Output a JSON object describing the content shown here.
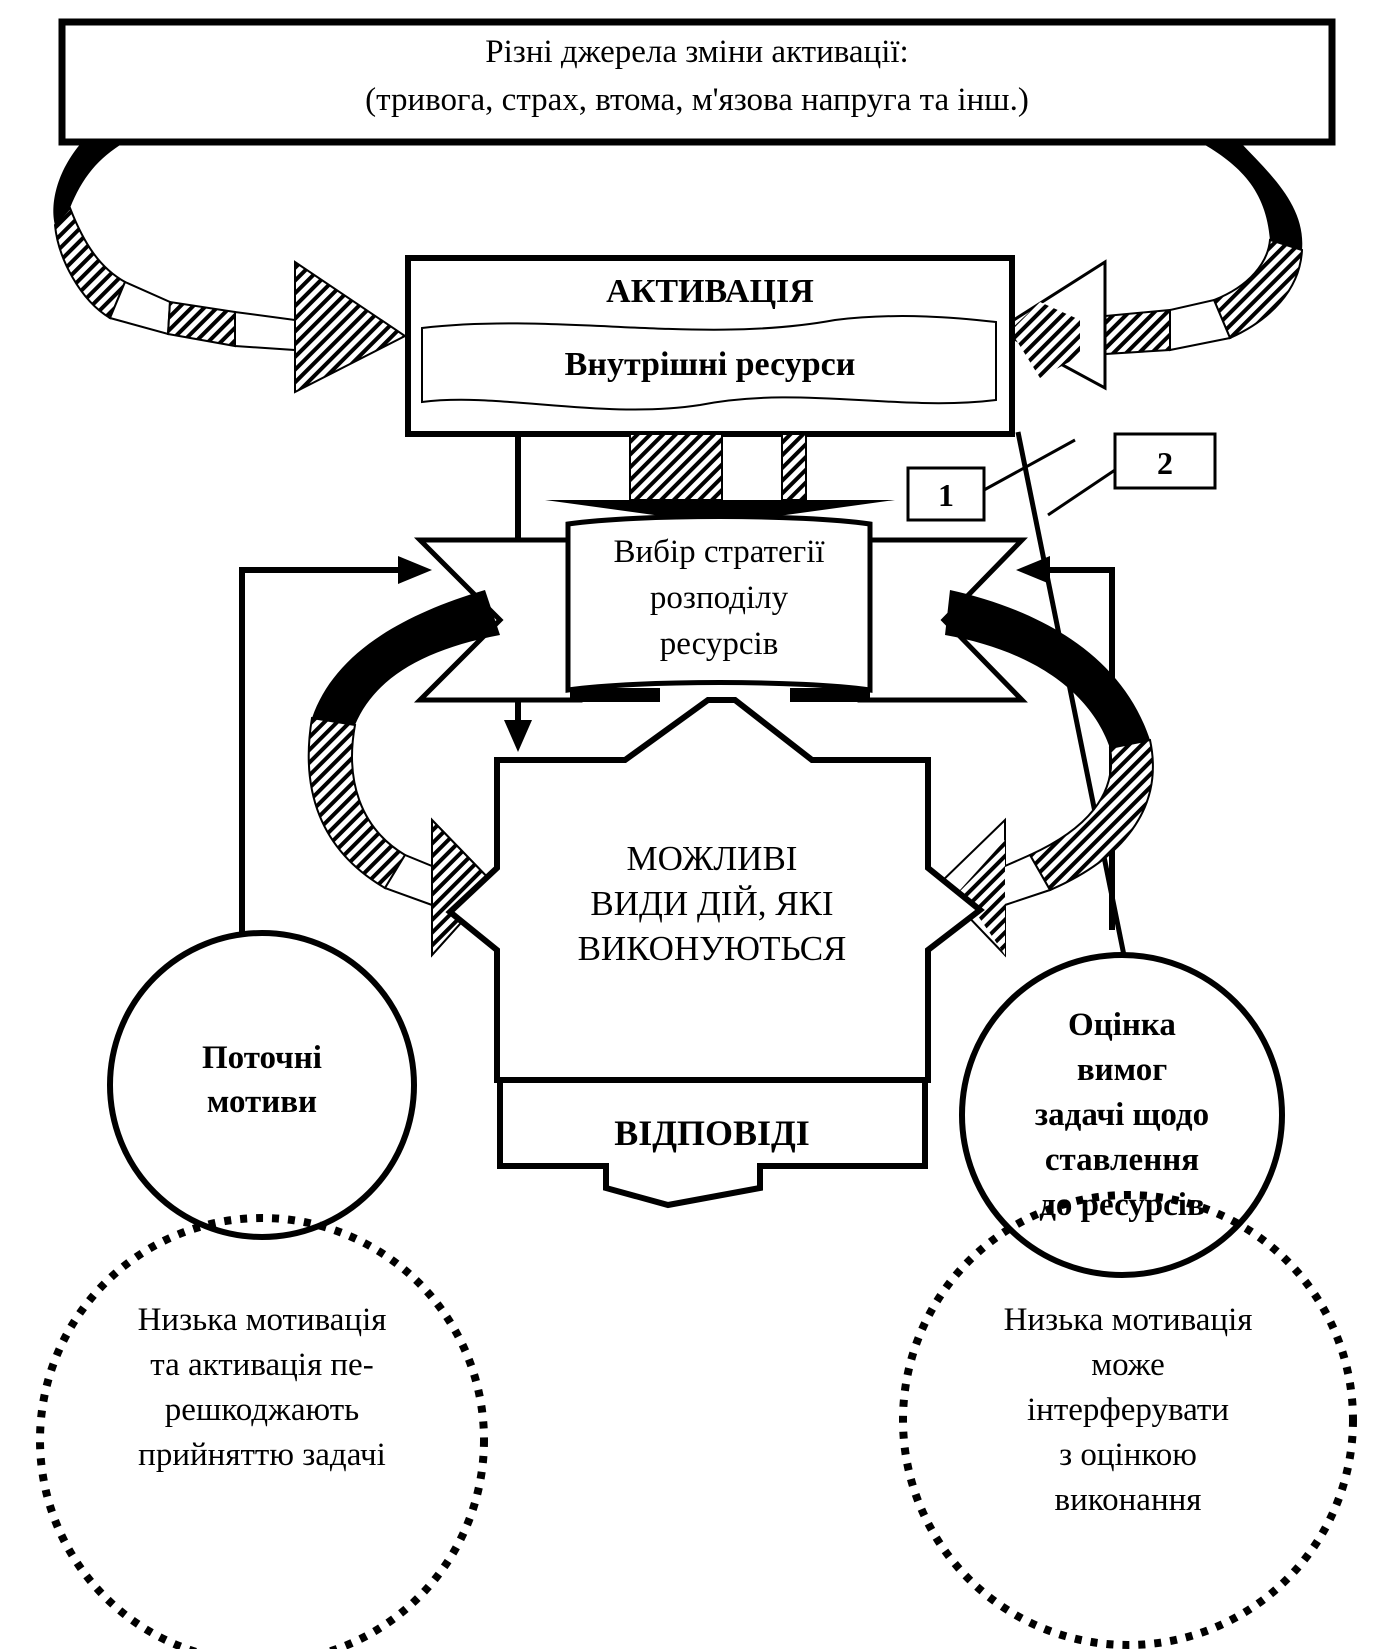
{
  "sources": {
    "line1": "Різні джерела зміни активації:",
    "line2": "(тривога, страх, втома, м'язова напруга та інш.)"
  },
  "activation": {
    "title": "АКТИВАЦІЯ",
    "resources": "Внутрішні ресурси"
  },
  "strategy": {
    "line1": "Вибір стратегії",
    "line2": "розподілу",
    "line3": "ресурсів"
  },
  "labels": {
    "one": "1",
    "two": "2"
  },
  "actions": {
    "line1": "МОЖЛИВІ",
    "line2": "ВИДИ ДІЙ, ЯКІ",
    "line3": "ВИКОНУЮТЬСЯ"
  },
  "responses": {
    "label": "ВІДПОВІДІ"
  },
  "motives": {
    "line1": "Поточні",
    "line2": "мотиви"
  },
  "evaluation": {
    "line1": "Оцінка",
    "line2": "вимог",
    "line3": "задачі щодо",
    "line4": "ставлення",
    "line5": "до ресурсів"
  },
  "low_left": {
    "line1": "Низька мотивація",
    "line2": "та активація пе-",
    "line3": "решкоджають",
    "line4": "прийняттю задачі"
  },
  "low_right": {
    "line1": "Низька мотивація",
    "line2": "може",
    "line3": "інтерферувати",
    "line4": "з оцінкою",
    "line5": "виконання"
  }
}
